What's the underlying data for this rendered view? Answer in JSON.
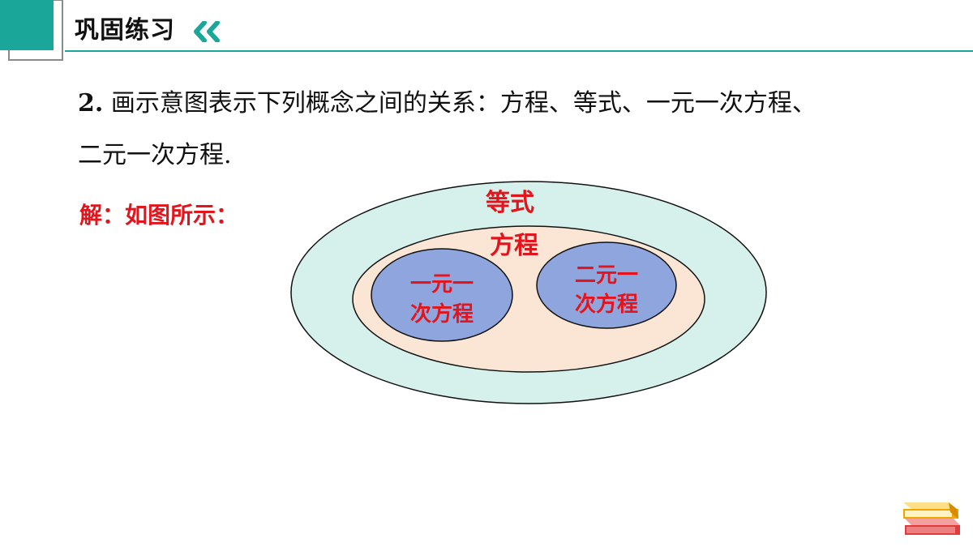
{
  "header": {
    "title": "巩固练习",
    "chevron_icon": "double-chevron-left-icon"
  },
  "problem": {
    "number": "2.",
    "line1": "画示意图表示下列概念之间的关系：方程、等式、一元一次方程、",
    "line2": "二元一次方程."
  },
  "solution": {
    "label": "解：如图所示："
  },
  "diagram": {
    "outer_label": "等式",
    "middle_label": "方程",
    "left_label_line1": "一元一",
    "left_label_line2": "次方程",
    "right_label_line1": "二元一",
    "right_label_line2": "次方程",
    "colors": {
      "outer_fill": "#d6f1ec",
      "middle_fill": "#fbe6d6",
      "inner_fill": "#8ea6dd",
      "label": "#e3141b"
    }
  },
  "decor": {
    "books_icon": "books-icon",
    "accent_color": "#1aa79a"
  }
}
